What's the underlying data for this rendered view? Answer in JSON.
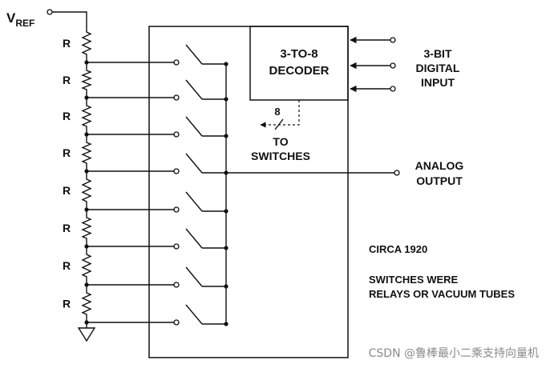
{
  "vref": {
    "main": "V",
    "sub": "REF"
  },
  "resistors": [
    "R",
    "R",
    "R",
    "R",
    "R",
    "R",
    "R",
    "R"
  ],
  "decoder": {
    "line1": "3-TO-8",
    "line2": "DECODER"
  },
  "bus_count": "8",
  "to_switches": {
    "line1": "TO",
    "line2": "SWITCHES"
  },
  "digital_input": {
    "line1": "3-BIT",
    "line2": "DIGITAL",
    "line3": "INPUT"
  },
  "analog_output": {
    "line1": "ANALOG",
    "line2": "OUTPUT"
  },
  "notes": {
    "circa": "CIRCA 1920",
    "line1": "SWITCHES WERE",
    "line2": "RELAYS OR VACUUM TUBES"
  },
  "watermark": "CSDN @鲁棒最小二乘支持向量机",
  "colors": {
    "ink": "#111111",
    "watermark": "#8a8a8a",
    "background": "#ffffff"
  }
}
